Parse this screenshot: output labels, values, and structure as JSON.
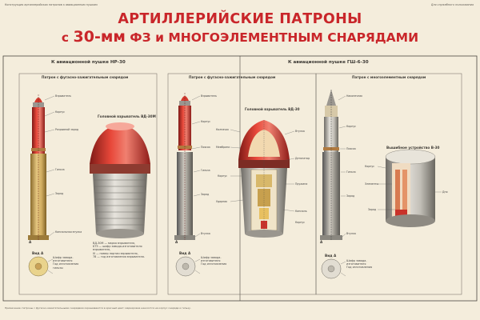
{
  "header": {
    "top_note": "Конструкция артиллерийских патронов к авиационным пушкам",
    "top_right": "Для служебного пользования"
  },
  "title": {
    "line1": "АРТИЛЛЕРИЙСКИЕ ПАТРОНЫ",
    "line2_prefix": "с ",
    "line2_caliber": "30-мм",
    "line2_mid": " ФЗ ",
    "line2_suffix": "и МНОГОЭЛЕМЕНТНЫМ СНАРЯДАМИ"
  },
  "columns": {
    "left": "К авиационной пушке НР-30",
    "right": "К авиационной пушке ГШ-6-30"
  },
  "panels": {
    "p1": "Патрон с фугасно-зажигательным снарядом",
    "p2": "Патрон с фугасно-зажигательным снарядом",
    "p3": "Патрон с многоэлементным снарядом"
  },
  "sublabels": {
    "fuze1": "Головной взрыватель ВД-30М",
    "fuze2": "Головной взрыватель ВД-30",
    "expel": "Вышибное устройство В-30",
    "view_a1": "Вид А",
    "view_a2": "Вид А",
    "view_a3": "Вид А",
    "mark_a1": "А",
    "mark_a2": "А",
    "mark_a3": "А"
  },
  "callouts": {
    "c1": [
      "Взрыватель",
      "Корпус",
      "Разрывной заряд",
      "Гильза",
      "Заряд",
      "Капсюльная втулка"
    ],
    "c3": [
      "Взрыватель",
      "Корпус",
      "Поясок",
      "Гильза",
      "Заряд",
      "Втулка"
    ],
    "c4": [
      "Колпачок",
      "Мембрана",
      "Корпус",
      "Ударник",
      "Втулка",
      "Детонатор",
      "Пружина",
      "Капсюль",
      "Корпус"
    ],
    "c5": [
      "Наконечник",
      "Корпус",
      "Поясок",
      "Гильза",
      "Заряд",
      "Втулка"
    ],
    "c6": [
      "Корпус",
      "Элементы",
      "Заряд",
      "Дно"
    ]
  },
  "notes": {
    "fuze_legend": [
      "ВД-30М — марка взрывателя,",
      "БТЗ — шифр завода-изготовителя",
      "взрывателя,",
      "III — номер партии взрывателя,",
      "78 — год изготовления взрывателя."
    ],
    "va1": [
      "Шифр завода-",
      "изготовителя",
      "Год изготовления",
      "гильзы"
    ],
    "va2": [
      "Шифр завода-",
      "изготовителя",
      "Год изготовления"
    ],
    "va3": [
      "Шифр завода-",
      "изготовителя",
      "Год изготовления"
    ]
  },
  "bottom_note": "Примечание: патроны с фугасно-зажигательными снарядами окрашиваются в красный цвет; маркировка наносится на корпус снаряда и гильзу.",
  "colors": {
    "title": "#c9262a",
    "paper": "#f4eddc",
    "shell_red": "#d23a2e",
    "brass": "#c9a257",
    "steel": "#b9b6ae"
  }
}
